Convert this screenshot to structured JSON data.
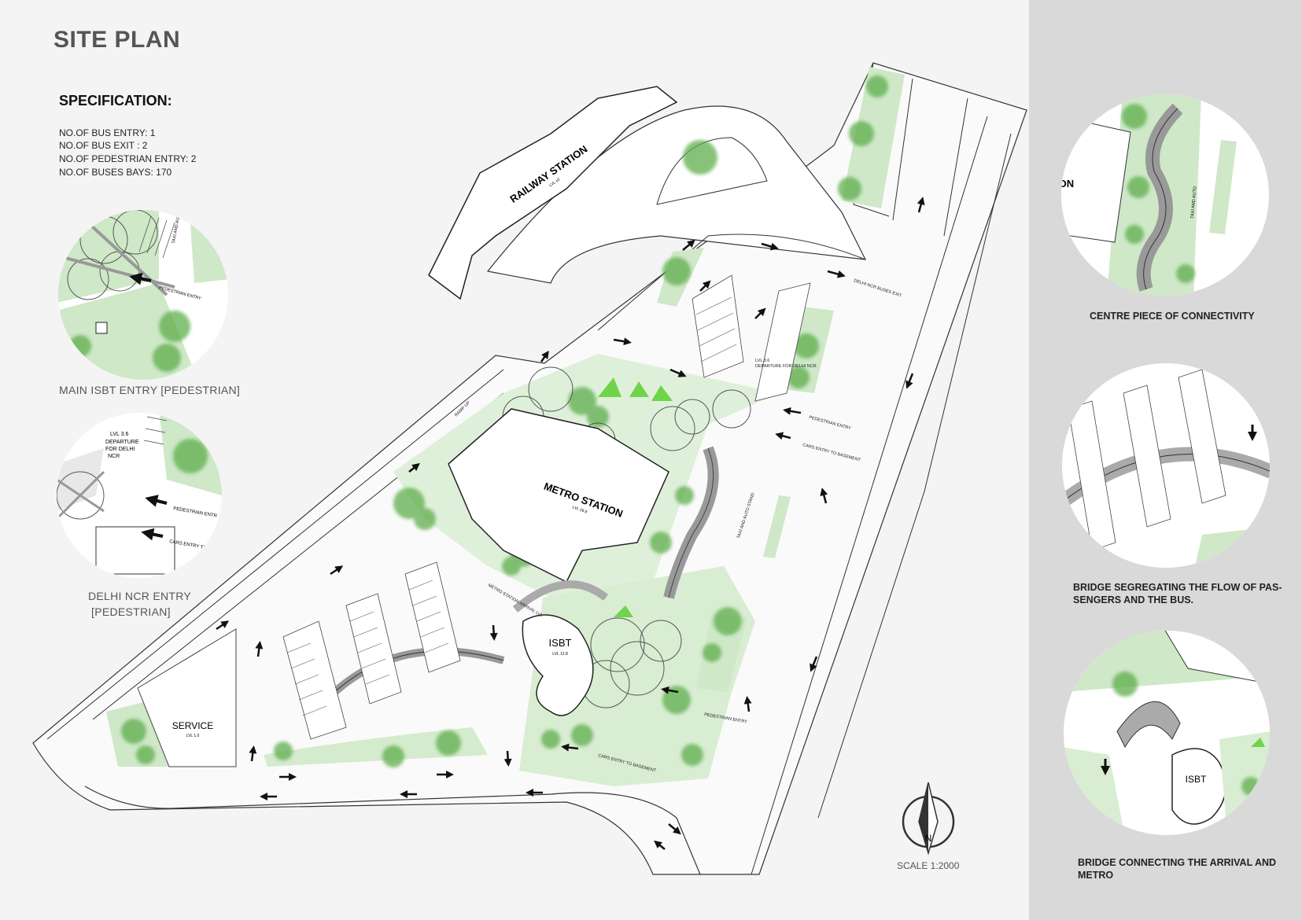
{
  "title": "SITE PLAN",
  "specification": {
    "heading": "SPECIFICATION:",
    "lines": [
      "NO.OF BUS ENTRY: 1",
      "NO.OF BUS EXIT : 2",
      "NO.OF PEDESTRIAN ENTRY: 2",
      "NO.OF BUSES BAYS: 170"
    ]
  },
  "left_captions": {
    "main_entry": "MAIN ISBT ENTRY [PEDESTRIAN]",
    "delhi_entry_1": "DELHI NCR ENTRY",
    "delhi_entry_2": "[PEDESTRIAN]"
  },
  "right_captions": {
    "centre": "CENTRE PIECE OF CONNECTIVITY",
    "bridge_seg_1": "BRIDGE SEGREGATING THE FLOW OF PAS-",
    "bridge_seg_2": "SENGERS AND THE BUS.",
    "bridge_conn_1": "BRIDGE CONNECTING THE ARRIVAL AND",
    "bridge_conn_2": "METRO"
  },
  "plan_labels": {
    "railway": "RAILWAY STATION",
    "railway_lvl": "LVL ±0",
    "metro": "METRO STATION",
    "metro_lvl": "LVL 26.8",
    "isbt": "ISBT",
    "isbt_lvl": "LVL 12.8",
    "service": "SERVICE",
    "service_lvl": "LVL 1.0",
    "ncr_exit": "DELHI NCR BUSES EXIT",
    "ped_entry": "PEDESTRIAN ENTRY",
    "cars_basement": "CARS ENTRY TO BASEMENT",
    "taxi": "TAXI AND AUTO STAND",
    "ramp_up": "RAMP UP",
    "departure_lvl": "LVL 3.6",
    "departure": "DEPARTURE FOR DELHI NCR",
    "metro_arrival": "METRO STATION ARRIVAL LVL"
  },
  "detail_labels": {
    "taxi_auto": "TAXI AND AUTO",
    "pedestrian_entry": "PEDESTRIAN ENTRY",
    "pedestrian_entr": "PEDESTRIAN ENTR",
    "cars_entry": "CARS ENTRY T'",
    "lvl36": "LVL 3.6",
    "departure_1": "DEPARTURE",
    "departure_2": "FOR DELHI",
    "departure_3": "NCR",
    "ion": "ION",
    "isbt": "ISBT"
  },
  "scale": "SCALE 1:2000",
  "north": "N",
  "colors": {
    "green": "#cfe8c8",
    "tree": "#5fae4e",
    "bright_green": "#6fd44a",
    "panel": "#d9d9d9",
    "road": "#ffffff",
    "line": "#333333"
  }
}
